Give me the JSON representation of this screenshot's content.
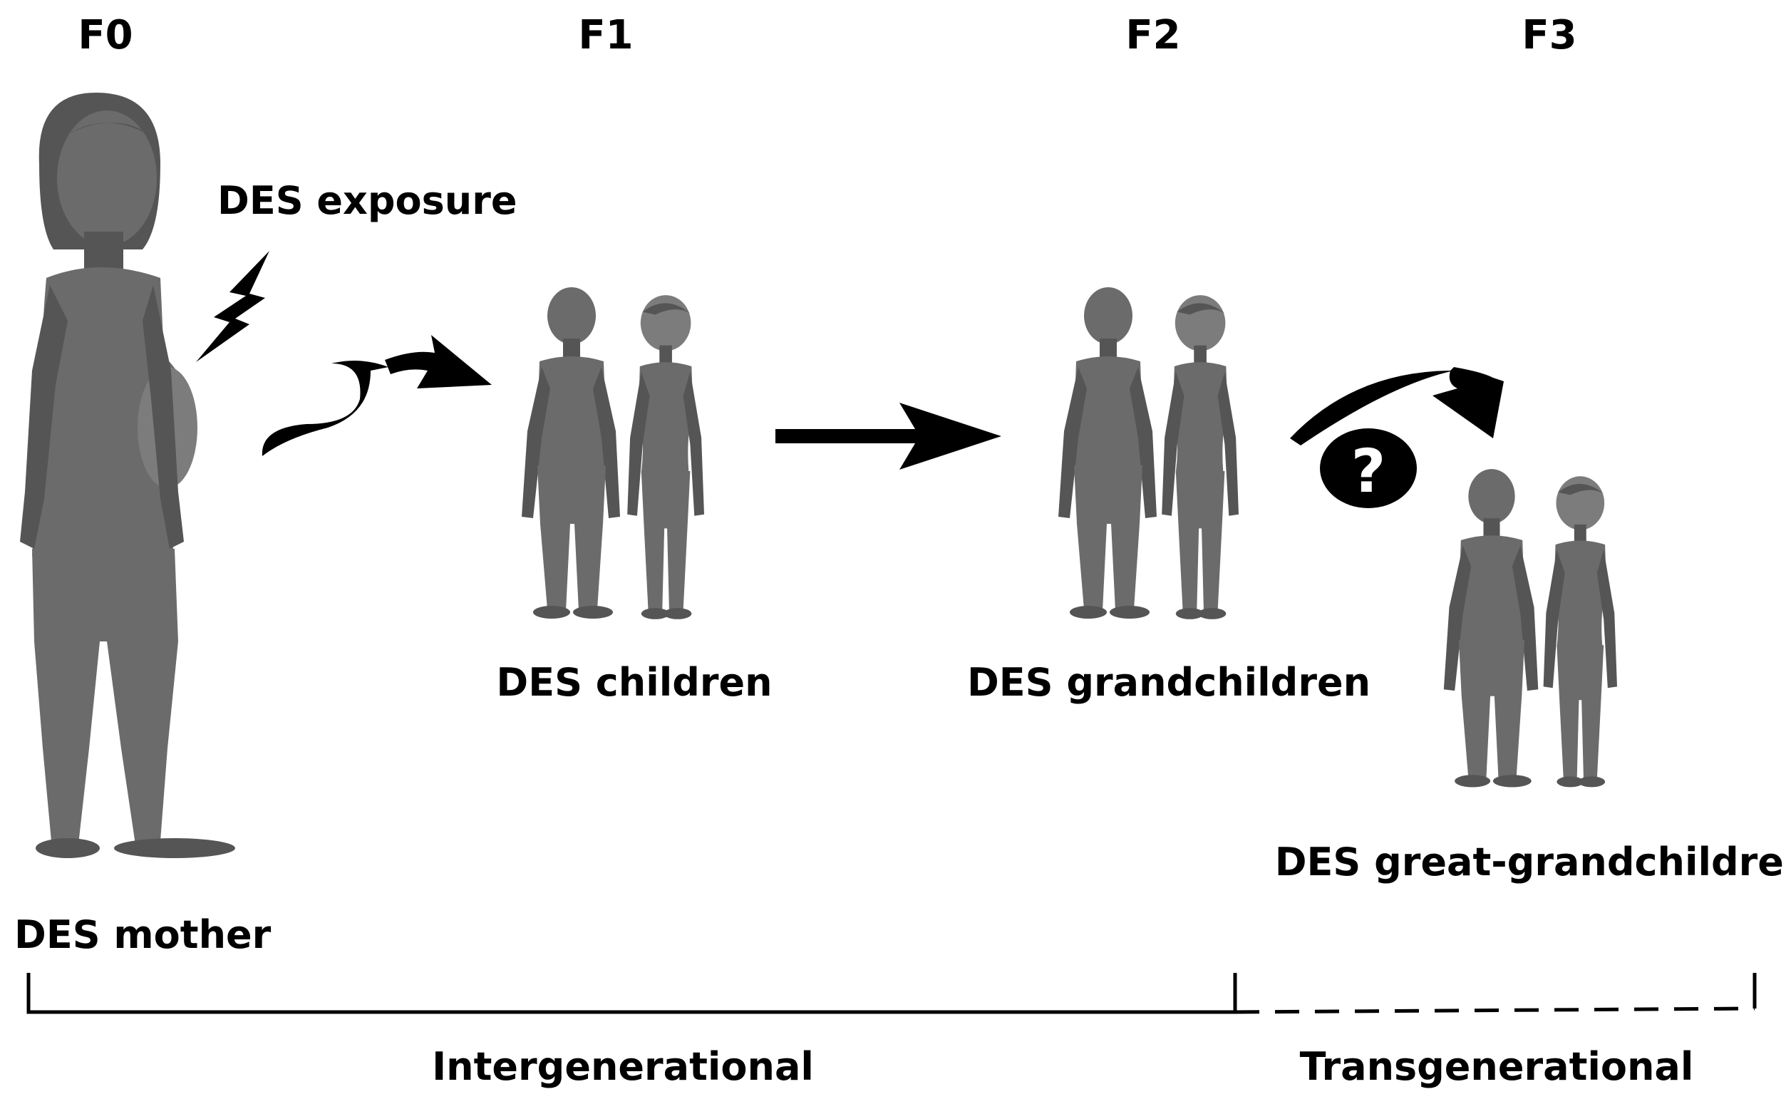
{
  "generations": {
    "f0": "F0",
    "f1": "F1",
    "f2": "F2",
    "f3": "F3"
  },
  "labels": {
    "exposure": "DES exposure",
    "mother": "DES mother",
    "children": "DES children",
    "grandchildren": "DES grandchildren",
    "great_grandchildren": "DES great-grandchildren",
    "question_mark": "?"
  },
  "brackets": {
    "intergenerational": "Intergenerational",
    "transgenerational": "Transgenerational"
  },
  "colors": {
    "figure": "#6b6b6b",
    "ink": "#000000"
  }
}
